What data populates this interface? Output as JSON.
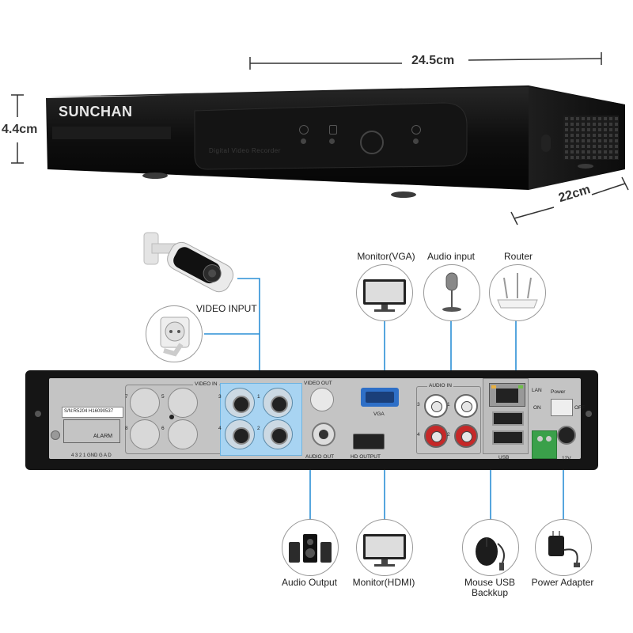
{
  "dimensions": {
    "width": "24.5cm",
    "height": "4.4cm",
    "depth": "22cm"
  },
  "device": {
    "brand": "SUNCHAN",
    "front_caption": "Digital Video Recorder"
  },
  "callouts": {
    "video_input": "VIDEO INPUT",
    "monitor_vga": "Monitor(VGA)",
    "audio_input": "Audio input",
    "router": "Router",
    "audio_output": "Audio Output",
    "monitor_hdmi": "Monitor(HDMI)",
    "mouse_usb_line1": "Mouse USB",
    "mouse_usb_line2": "Backkup",
    "power_adapter": "Power Adapter"
  },
  "back_panel": {
    "serial": "S/N:R5204 H16090537",
    "alarm": "ALARM",
    "video_in": "VIDEO    IN",
    "video_out": "VIDEO OUT",
    "audio_out": "AUDIO  OUT",
    "vga": "VGA",
    "hd_output": "HD OUTPUT",
    "audio_in": "AUDIO    IN",
    "lan": "LAN",
    "on": "ON",
    "power": "Power",
    "off": "OFF",
    "usb": "USB",
    "dc": "12V",
    "video_nums": [
      "7",
      "5",
      "3",
      "1",
      "8",
      "6",
      "4",
      "2"
    ],
    "audio_nums": [
      "3",
      "1",
      "4",
      "2"
    ],
    "alarm_pins": "4  3  2  1  GND  G  A D"
  },
  "colors": {
    "connector_line": "#2c8fd6",
    "highlight_box": "#a8d4f2",
    "dvr_body": "#151515",
    "panel": "#c8c8c8"
  }
}
